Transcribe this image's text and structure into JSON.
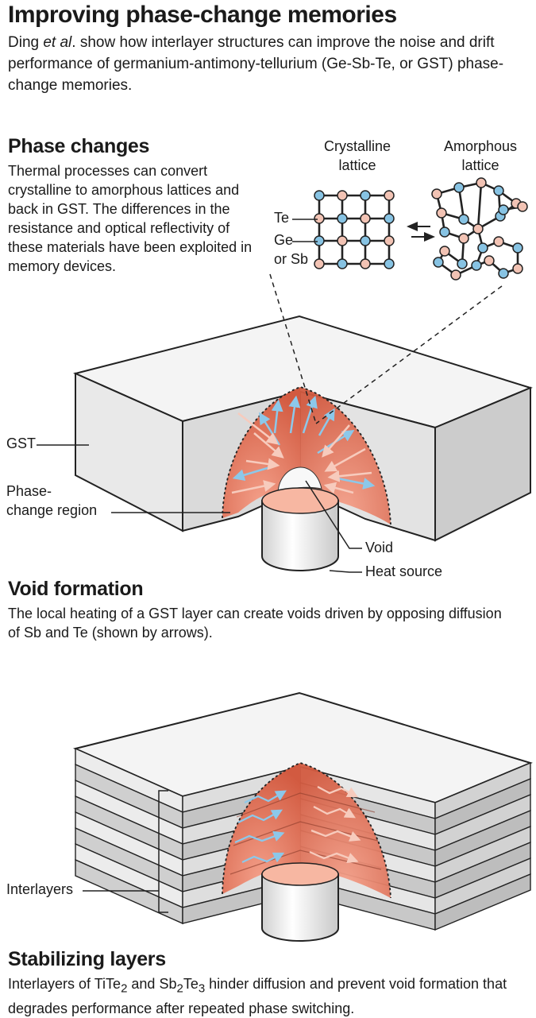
{
  "title": "Improving phase-change memories",
  "intro": {
    "before": "Ding ",
    "italic": "et al",
    "after": ". show how interlayer structures can improve the noise and drift performance of germanium-antimony-tellurium (Ge-Sb-Te, or GST) phase-change memories."
  },
  "phase_changes": {
    "heading": "Phase changes",
    "text": "Thermal processes can convert crystalline to amorphous lattices and back in GST. The differences in the resistance and optical reflectivity of these materials have been exploited in memory devices.",
    "crystalline_line1": "Crystalline",
    "crystalline_line2": "lattice",
    "amorphous_line1": "Amorphous",
    "amorphous_line2": "lattice",
    "te_label": "Te",
    "ge_label_line1": "Ge",
    "ge_label_line2": "or Sb"
  },
  "void_diagram": {
    "gst_label": "GST",
    "phase_label_line1": "Phase-",
    "phase_label_line2": "change region",
    "void_label": "Void",
    "heat_label": "Heat source"
  },
  "void_formation": {
    "heading": "Void formation",
    "text": "The local heating of a GST layer can create voids driven by opposing diffusion of Sb and Te (shown by arrows)."
  },
  "stack_diagram": {
    "interlayers_label": "Interlayers"
  },
  "stabilizing": {
    "heading": "Stabilizing layers",
    "text_a": "Interlayers of TiTe",
    "sub_a": "2",
    "text_b": " and Sb",
    "sub_b": "2",
    "text_c": "Te",
    "sub_c": "3",
    "text_d": " hinder diffusion and prevent void formation that degrades performance after repeated phase switching."
  },
  "colors": {
    "te_atom": "#f2c3b4",
    "ge_sb_atom": "#87c3e3",
    "region": "#d8644a",
    "block_top": "#f3f3f3",
    "block_side": "#dcdcdc"
  }
}
